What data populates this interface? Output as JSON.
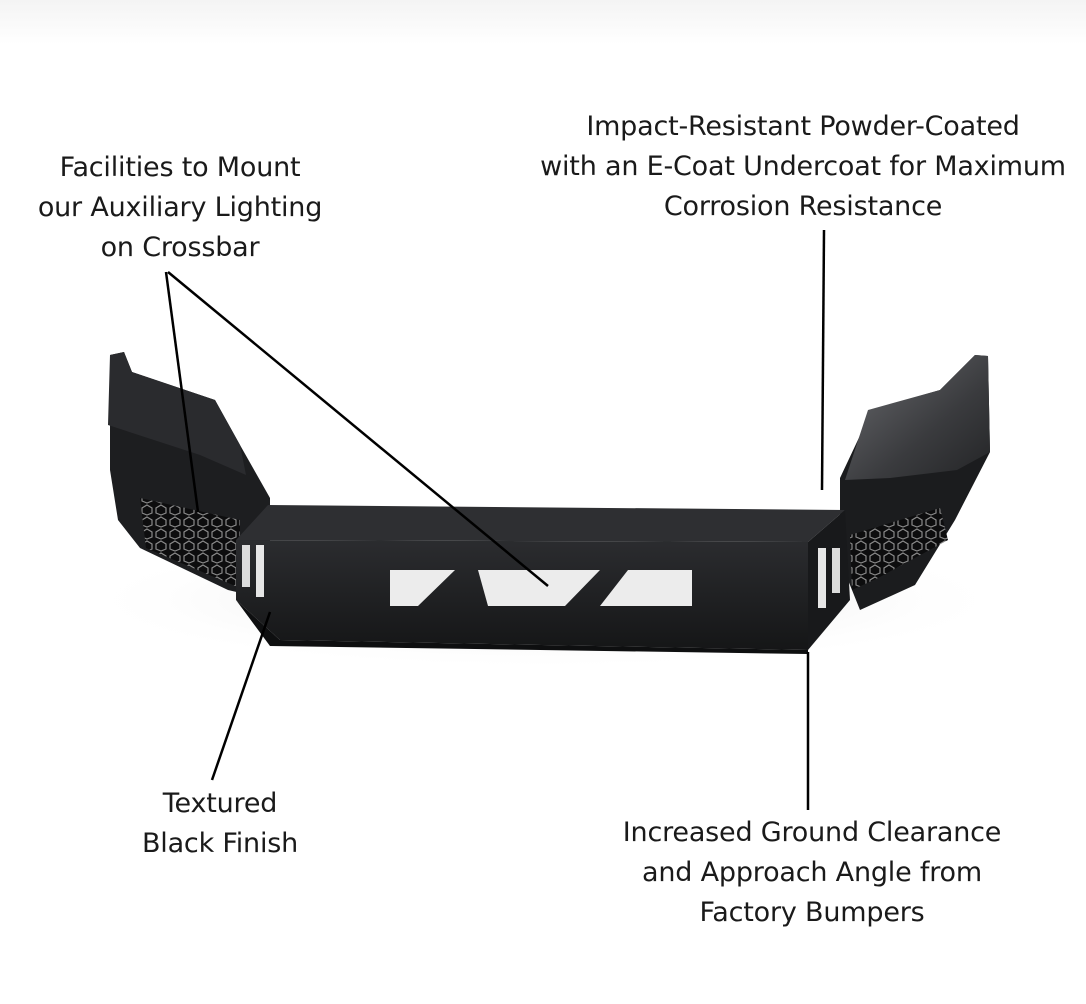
{
  "callouts": {
    "lighting": "Facilities to Mount\nour Auxiliary Lighting\non Crossbar",
    "coating": "Impact-Resistant Powder-Coated\nwith an E-Coat Undercoat for Maximum\nCorrosion Resistance",
    "finish": "Textured\nBlack Finish",
    "clearance": "Increased Ground Clearance\nand Approach Angle from\nFactory Bumpers"
  },
  "colors": {
    "bumper_body": "#1f2022",
    "bumper_shadow": "#111213",
    "wing_highlight": "#5a5b5e",
    "leader_line": "#000000"
  },
  "icons": {
    "product": "front-bumper-image"
  }
}
